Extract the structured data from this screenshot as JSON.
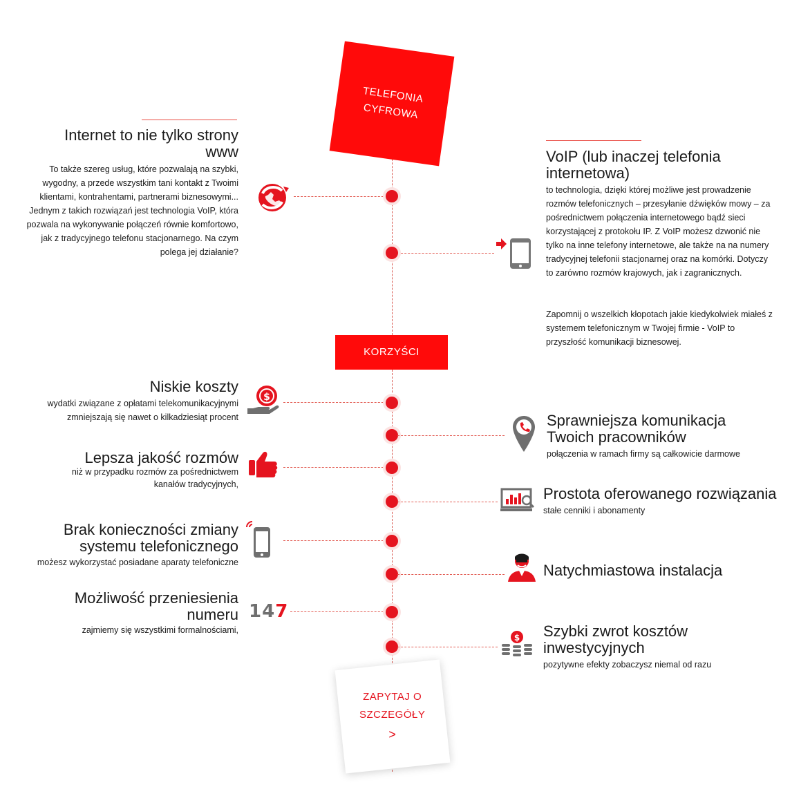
{
  "header": {
    "line1": "TELEFONIA",
    "line2": "CYFROWA"
  },
  "intro_left": {
    "title": "Internet to nie tylko strony www",
    "text": "To także szereg usług, które pozwalają na szybki, wygodny, a przede wszystkim tani kontakt z Twoimi klientami, kontrahentami, partnerami biznesowymi... Jednym z takich rozwiązań jest technologia VoIP, która pozwala na wykonywanie połączeń równie komfortowo, jak z tradycyjnego telefonu stacjonarnego. Na czym polega jej działanie?"
  },
  "intro_right": {
    "title": "VoIP (lub inaczej telefonia internetowa)",
    "text": "to technologia, dzięki której możliwe jest prowadzenie rozmów telefonicznych – przesyłanie dźwięków mowy – za pośrednictwem połączenia internetowego bądź sieci korzystającej z protokołu IP. Z VoIP możesz dzwonić nie tylko na inne telefony internetowe, ale także na na numery tradycyjnej telefonii stacjonarnej oraz na komórki. Dotyczy to zarówno rozmów krajowych, jak i zagranicznych.",
    "text2": "Zapomnij o wszelkich kłopotach jakie kiedykolwiek miałeś z systemem telefonicznym w Twojej firmie - VoIP to przyszłość komunikacji biznesowej."
  },
  "benefits_label": "KORZYŚCI",
  "benefits_left": [
    {
      "title": "Niskie koszty",
      "text": "wydatki związane z opłatami telekomunikacyjnymi zmniejszają się nawet o kilkadziesiąt procent",
      "icon": "hand-coin-icon"
    },
    {
      "title": "Lepsza jakość rozmów",
      "text": "niż w przypadku rozmów za pośrednictwem kanałów tradycyjnych,",
      "icon": "thumbs-up-icon"
    },
    {
      "title": "Brak konieczności zmiany systemu telefonicznego",
      "text": "możesz wykorzystać posiadane aparaty telefoniczne",
      "icon": "smartphone-signal-icon"
    },
    {
      "title": "Możliwość przeniesienia numeru",
      "text": "zajmiemy się wszystkimi formalnościami,",
      "icon": "number-147-icon",
      "number_a": "14",
      "number_b": "7"
    }
  ],
  "benefits_right": [
    {
      "title": "Sprawniejsza komunikacja Twoich pracowników",
      "text": "połączenia w ramach firmy są całkowicie darmowe",
      "icon": "map-pin-phone-icon"
    },
    {
      "title": "Prostota oferowanego rozwiązania",
      "text": "stałe cenniki i abonamenty",
      "icon": "monitor-chart-icon"
    },
    {
      "title": "Natychmiastowa instalacja",
      "text": "",
      "icon": "technician-icon"
    },
    {
      "title": "Szybki zwrot kosztów inwestycyjnych",
      "text": "pozytywne efekty zobaczysz niemal od razu",
      "icon": "coin-stack-icon"
    }
  ],
  "cta": {
    "line1": "ZAPYTAJ O",
    "line2": "SZCZEGÓŁY",
    "arrow": ">"
  },
  "colors": {
    "accent": "#ff0a0a",
    "dot": "#e5141f",
    "text": "#1a1a1a"
  }
}
